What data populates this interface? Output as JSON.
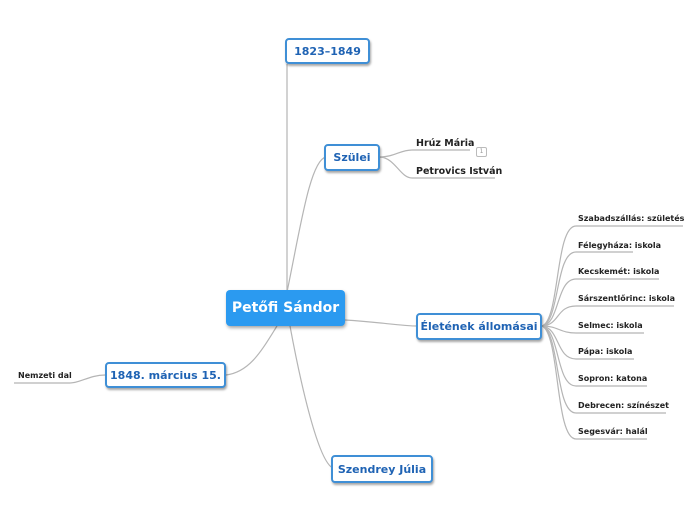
{
  "center": {
    "label": "Petőfi Sándor"
  },
  "branches": {
    "years": "1823–1849",
    "parents": "Szülei",
    "stations": "Életének állomásai",
    "march": "1848. március 15.",
    "wife": "Szendrey Júlia"
  },
  "parents_leaves": [
    "Hrúz Mária",
    "Petrovics István"
  ],
  "parents_badge": "1",
  "stations_leaves": [
    "Szabadszállás: születés",
    "Félegyháza: iskola",
    "Kecskemét: iskola",
    "Sárszentlőrinc: iskola",
    "Selmec: iskola",
    "Pápa: iskola",
    "Sopron: katona",
    "Debrecen: színészet",
    "Segesvár: halál"
  ],
  "march_leaves": [
    "Nemzeti dal"
  ],
  "colors": {
    "center_fill": "#2b9af0",
    "node_border": "#3f8fd6",
    "node_text": "#1f63b4",
    "link": "#b5b5b5"
  }
}
